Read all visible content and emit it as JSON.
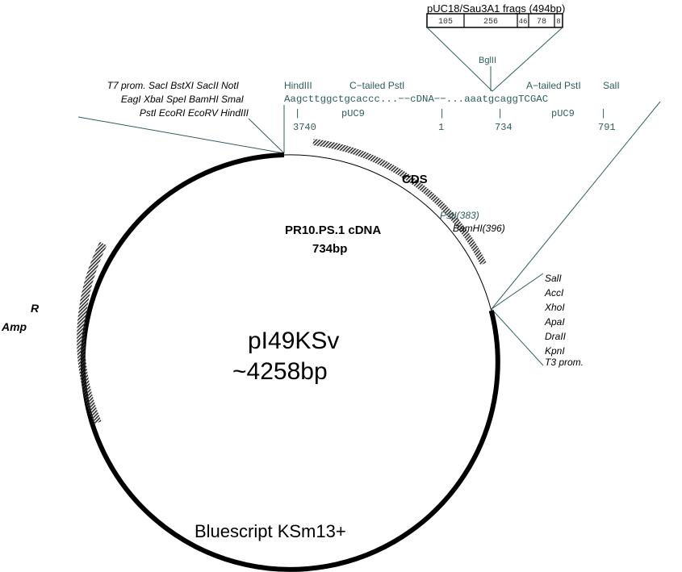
{
  "insert_box": {
    "title": "pUC18/Sau3A1 frags (494bp)",
    "segments": [
      "105",
      "256",
      "46",
      "78",
      "8"
    ]
  },
  "bglii_label": "BglII",
  "mcs_left": {
    "line1": "T7 prom. SacI BstXI SacII NotI",
    "line2": "EagI XbaI SpeI BamHI SmaI",
    "line3": "PstI EcoRI EcoRV HindIII"
  },
  "junction": {
    "hindiii": "HindIII",
    "c_tailed": "C−tailed PstI",
    "a_tailed": "A−tailed PstI",
    "sali": "SalI",
    "sequence": "Aagcttggctgcaccc...−−cDNA−−...aaatgcaggTCGAC",
    "puc9_left": "pUC9",
    "puc9_right": "pUC9",
    "pos_3740": "3740",
    "pos_1": "1",
    "pos_734": "734",
    "pos_791": "791"
  },
  "features": {
    "cds": "CDS",
    "psti": "PstI(383)",
    "bamhi": "BamHI(396)",
    "insert_name": "PR10.PS.1 cDNA",
    "insert_size": "734bp",
    "amp": "Amp",
    "amp_sup": "R"
  },
  "mcs_right": [
    "SalI",
    "AccI",
    "XhoI",
    "ApaI",
    "DraII",
    "KpnI",
    "T3 prom."
  ],
  "plasmid": {
    "name": "pI49KSv",
    "size": "~4258bp",
    "backbone": "Bluescript KSm13+"
  }
}
